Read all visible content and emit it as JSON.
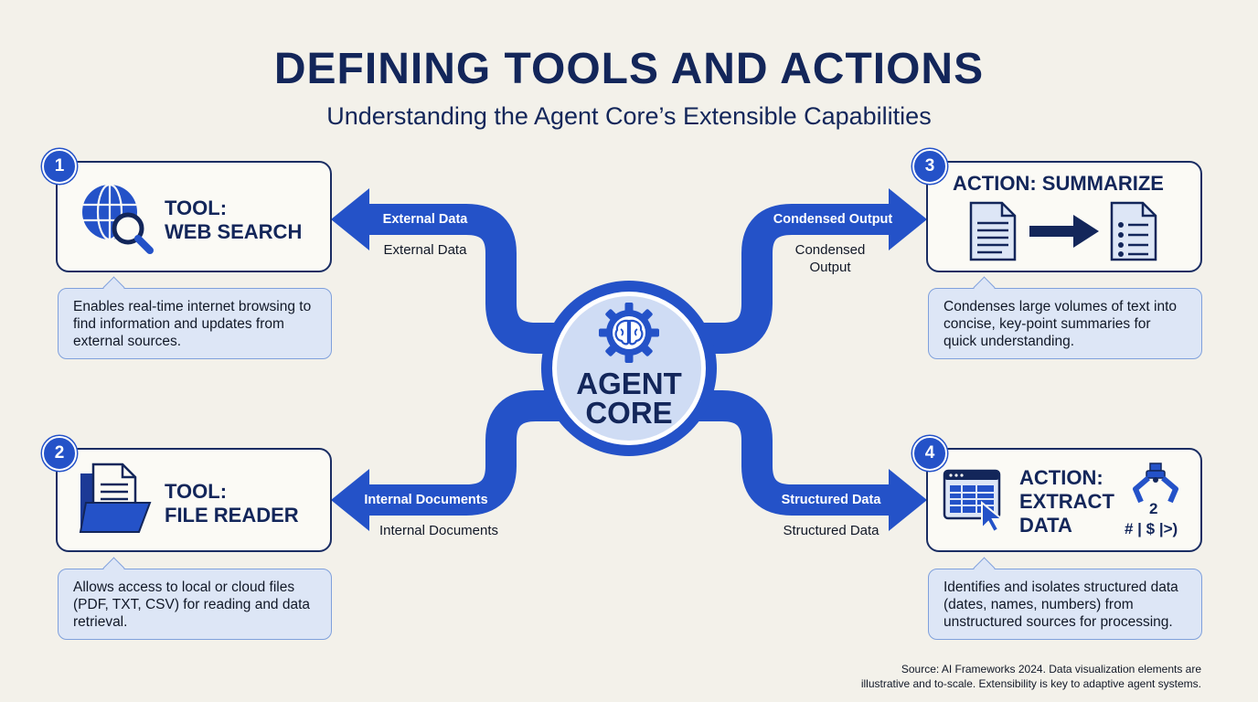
{
  "header": {
    "title": "DEFINING TOOLS AND ACTIONS",
    "subtitle": "Understanding the Agent Core’s Extensible Capabilities"
  },
  "core": {
    "line1": "AGENT",
    "line2": "CORE",
    "icon": "brain-gear-icon"
  },
  "cards": [
    {
      "number": "1",
      "title_line1": "TOOL:",
      "title_line2": "WEB SEARCH",
      "icon": "globe-magnifier-icon",
      "description": "Enables real-time internet browsing to find information and updates from external sources.",
      "arrow_label": "External Data",
      "caption": "External Data"
    },
    {
      "number": "2",
      "title_line1": "TOOL:",
      "title_line2": "FILE READER",
      "icon": "folder-document-icon",
      "description": "Allows access to local or cloud files (PDF, TXT, CSV) for reading and data retrieval.",
      "arrow_label": "Internal Documents",
      "caption": "Internal Documents"
    },
    {
      "number": "3",
      "title_line1": "ACTION: SUMMARIZE",
      "icon": "document-to-list-icon",
      "description": "Condenses large volumes of text into concise, key-point summaries for quick understanding.",
      "arrow_label": "Condensed Output",
      "caption_line1": "Condensed",
      "caption_line2": "Output"
    },
    {
      "number": "4",
      "title_line1": "ACTION:",
      "title_line2": "EXTRACT",
      "title_line3": "DATA",
      "icon": "table-cursor-claw-icon",
      "icon_text_digit": "2",
      "icon_text_symbols": "# | $ |>)",
      "description": "Identifies and isolates structured data (dates, names, numbers) from unstructured sources for processing.",
      "arrow_label": "Structured Data",
      "caption": "Structured Data"
    }
  ],
  "footer": {
    "source_line1": "Source: AI Frameworks 2024. Data visualization elements are",
    "source_line2": "illustrative and to-scale. Extensibility is key to adaptive agent systems."
  },
  "colors": {
    "background": "#f3f1ea",
    "navy": "#13265a",
    "accent_blue": "#2452c8",
    "light_blue": "#dde6f6",
    "core_fill": "#cfdcf4"
  }
}
